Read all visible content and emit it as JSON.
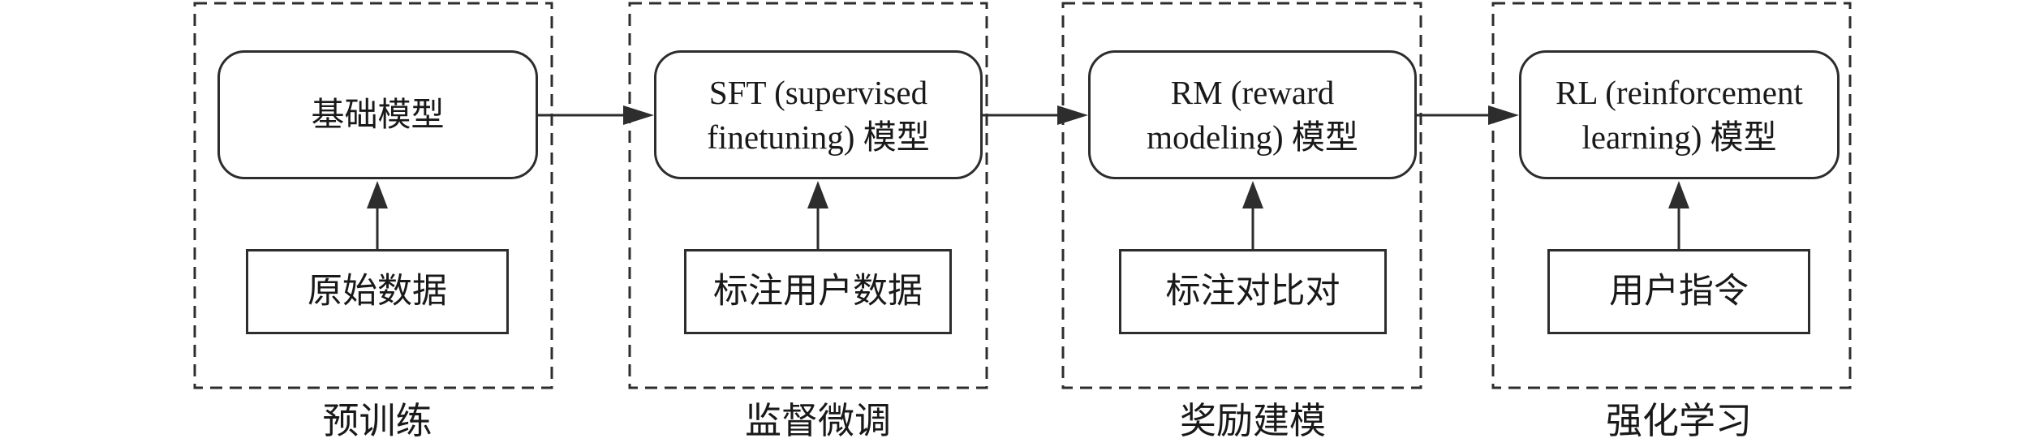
{
  "stages": [
    {
      "model_line1": "基础模型",
      "model_line2": "",
      "data_box": "原始数据",
      "label": "预训练"
    },
    {
      "model_line1": "SFT (supervised",
      "model_line2": "finetuning) 模型",
      "data_box": "标注用户数据",
      "label": "监督微调"
    },
    {
      "model_line1": "RM (reward",
      "model_line2": "modeling) 模型",
      "data_box": "标注对比对",
      "label": "奖励建模"
    },
    {
      "model_line1": "RL (reinforcement",
      "model_line2": "learning) 模型",
      "data_box": "用户指令",
      "label": "强化学习"
    }
  ],
  "colors": {
    "stroke": "#2d2d2d",
    "text": "#191919",
    "background": "#ffffff"
  }
}
